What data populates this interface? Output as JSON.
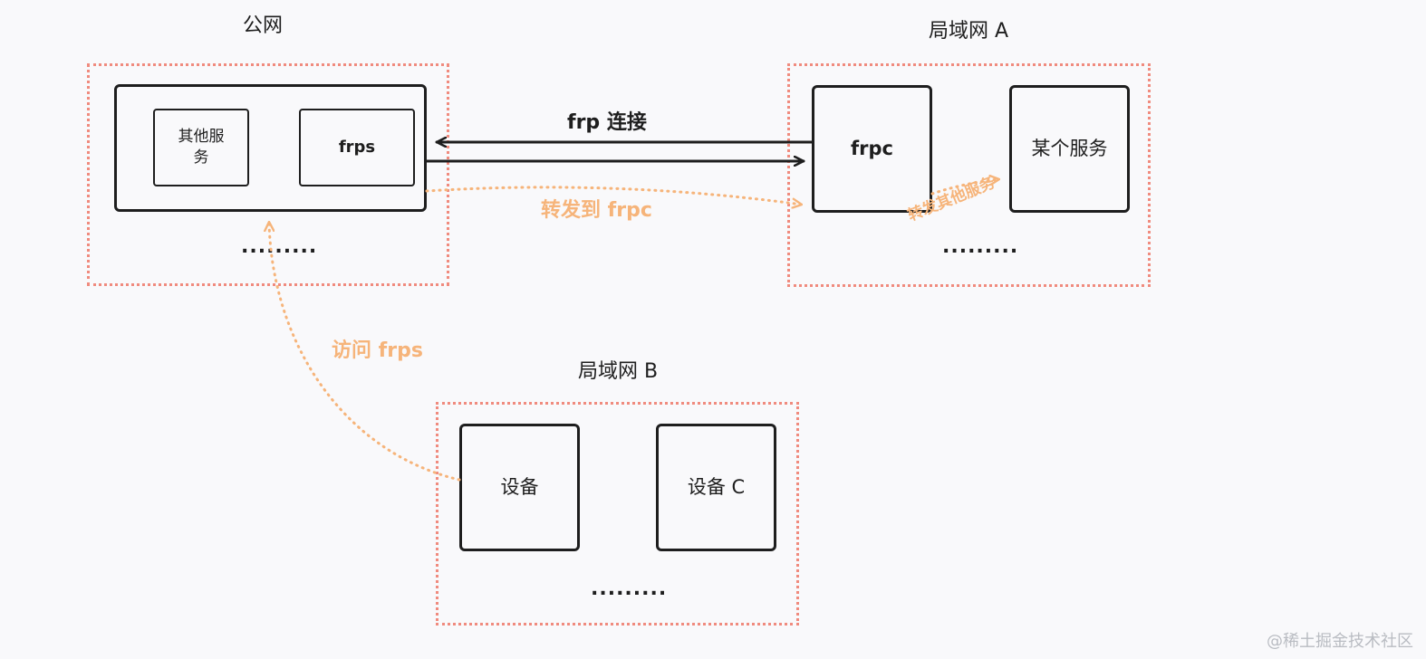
{
  "regions": {
    "public": {
      "title": "公网",
      "other_services": "其他服务",
      "frps": "frps",
      "more": "........."
    },
    "lan_a": {
      "title": "局域网 A",
      "frpc": "frpc",
      "some_service": "某个服务",
      "more": "........."
    },
    "lan_b": {
      "title": "局域网 B",
      "device": "设备",
      "device_c": "设备 C",
      "more": "........."
    }
  },
  "edges": {
    "frp_connection": "frp 连接",
    "forward_to_frpc": "转发到 frpc",
    "forward_other_services": "转发其他服务",
    "access_frps": "访问 frps"
  },
  "watermark": "@稀土掘金技术社区",
  "colors": {
    "region_border": "#f08b7e",
    "annotation": "#f6b47a",
    "stroke": "#1e1e1e",
    "background": "#f9f9fb"
  }
}
